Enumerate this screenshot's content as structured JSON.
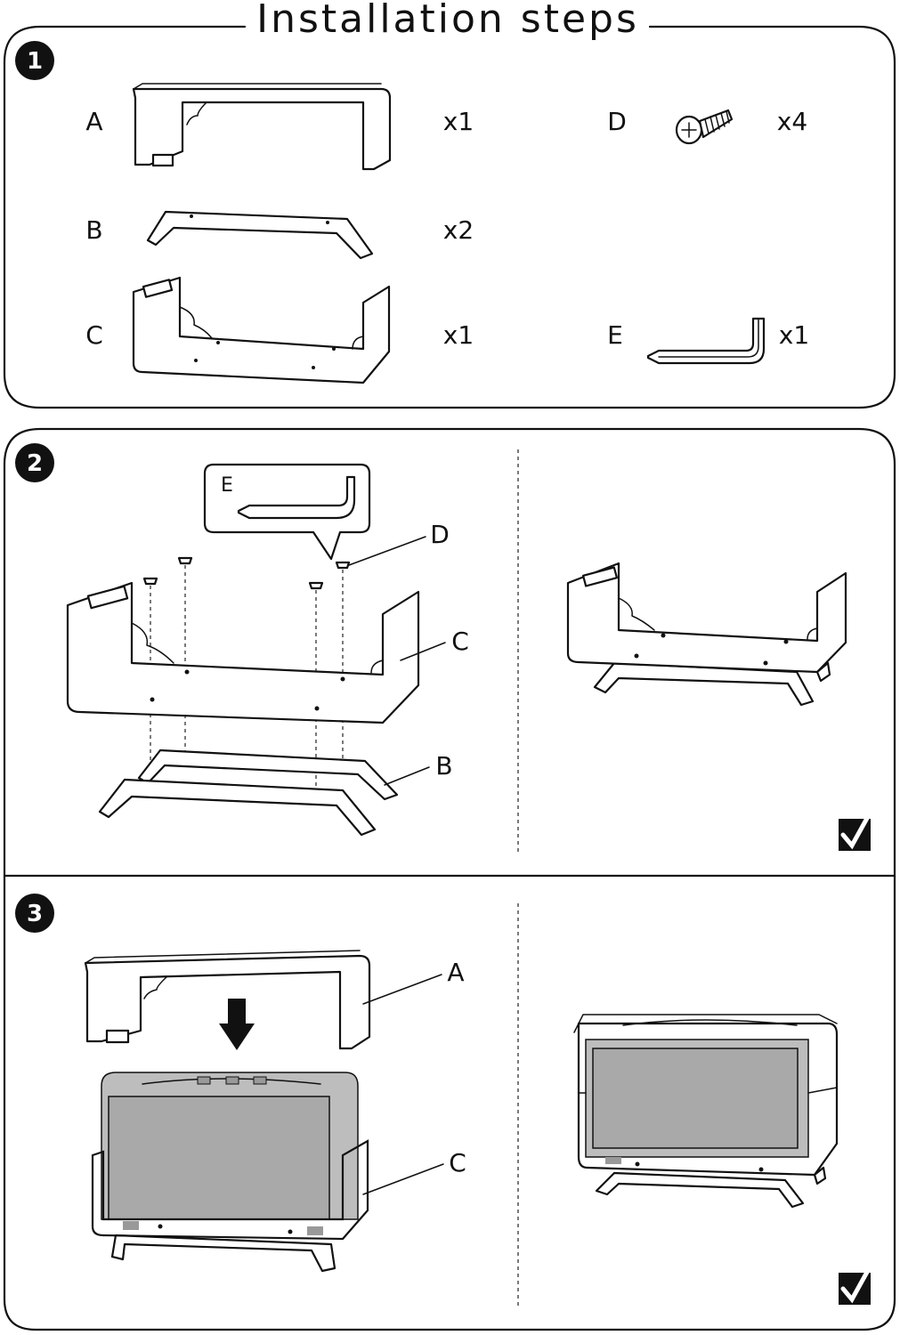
{
  "title": "Installation steps",
  "steps": [
    {
      "number": "1"
    },
    {
      "number": "2"
    },
    {
      "number": "3"
    }
  ],
  "parts": [
    {
      "letter": "A",
      "qty": "x1"
    },
    {
      "letter": "B",
      "qty": "x2"
    },
    {
      "letter": "C",
      "qty": "x1"
    },
    {
      "letter": "D",
      "qty": "x4"
    },
    {
      "letter": "E",
      "qty": "x1"
    }
  ],
  "step2_callouts": {
    "e": "E",
    "d": "D",
    "c": "C",
    "b": "B"
  },
  "step3_callouts": {
    "a": "A",
    "c": "C"
  },
  "icons": [
    "step-number-badge-icon",
    "screw-icon",
    "hex-key-icon",
    "down-arrow-icon",
    "checkmark-icon"
  ],
  "colors": {
    "line": "#111111",
    "speaker_fill": "#bdbdbd",
    "screen_fill": "#a9a9a9"
  }
}
